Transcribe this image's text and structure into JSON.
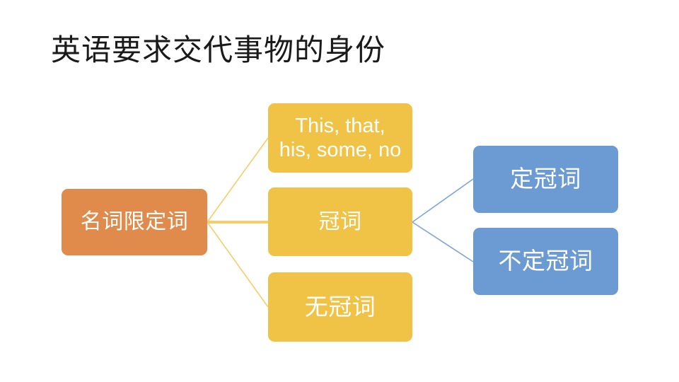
{
  "slide": {
    "title": "英语要求交代事物的身份",
    "background_color": "#FFFFFF",
    "title_color": "#1A1A1A"
  },
  "diagram": {
    "type": "tree",
    "root": {
      "label": "名词限定词",
      "color": "#E08B4C",
      "text_color": "#FFFFFF"
    },
    "branches": [
      {
        "label": "This, that,\nhis, some, no",
        "color": "#F0C246",
        "text_color": "#FFFFFF"
      },
      {
        "label": "冠词",
        "color": "#F0C246",
        "text_color": "#FFFFFF"
      },
      {
        "label": "无冠词",
        "color": "#F0C246",
        "text_color": "#FFFFFF"
      }
    ],
    "leaves": [
      {
        "label": "定冠词",
        "color": "#6B9BD2",
        "text_color": "#FFFFFF"
      },
      {
        "label": "不定冠词",
        "color": "#6B9BD2",
        "text_color": "#FFFFFF"
      }
    ],
    "connector_colors": {
      "root_to_branch": "#F3CE6B",
      "branch_to_leaf": "#7EA6D8"
    }
  }
}
